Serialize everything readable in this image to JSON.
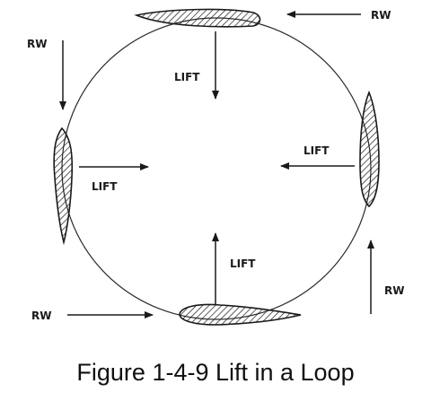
{
  "figure": {
    "caption": "Figure 1-4-9 Lift in a Loop"
  },
  "labels": {
    "rw_top": "RW",
    "rw_left": "RW",
    "rw_bottom": "RW",
    "rw_right": "RW",
    "lift_top": "LIFT",
    "lift_left": "LIFT",
    "lift_right": "LIFT",
    "lift_bottom": "LIFT"
  },
  "colors": {
    "ink": "#1a1a1a"
  }
}
